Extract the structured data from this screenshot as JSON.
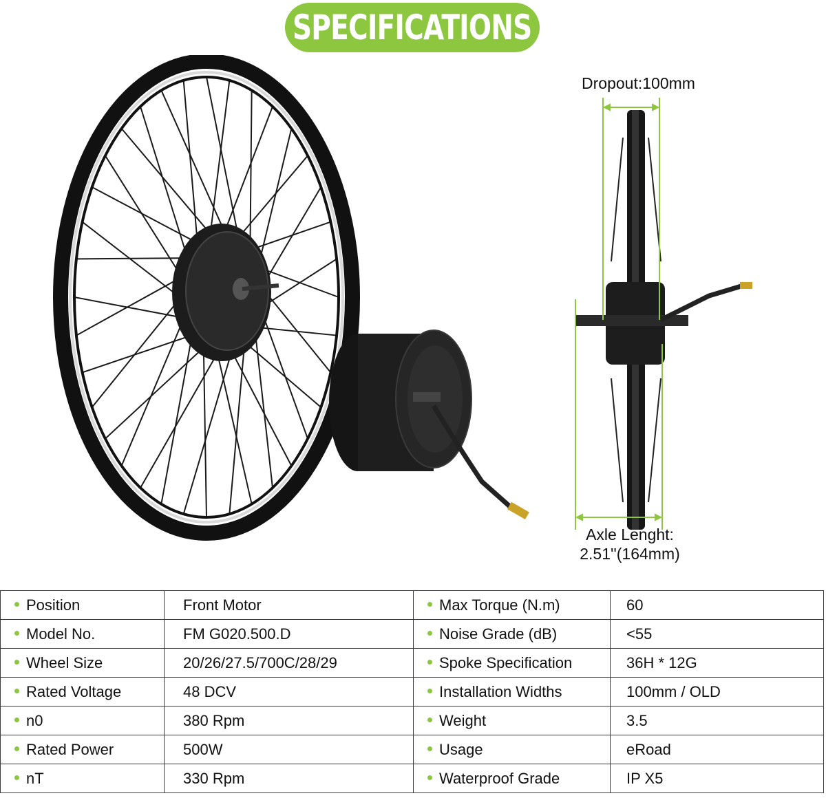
{
  "banner": {
    "title": "SPECIFICATIONS"
  },
  "colors": {
    "accent": "#8dc63f",
    "rim": "#111111",
    "border": "#3a3a3a"
  },
  "dimensions": {
    "dropout": "Dropout:100mm",
    "axle_line1": "Axle Lenght:",
    "axle_line2": "2.51''(164mm)"
  },
  "specs": {
    "rows": [
      {
        "label1": "Position",
        "value1": "Front Motor",
        "label2": "Max Torque (N.m)",
        "value2": "60"
      },
      {
        "label1": "Model No.",
        "value1": "FM G020.500.D",
        "label2": "Noise Grade (dB)",
        "value2": "<55"
      },
      {
        "label1": "Wheel Size",
        "value1": "20/26/27.5/700C/28/29",
        "label2": "Spoke Specification",
        "value2": "36H * 12G"
      },
      {
        "label1": "Rated Voltage",
        "value1": "48 DCV",
        "label2": "Installation Widths",
        "value2": "100mm / OLD"
      },
      {
        "label1": "n0",
        "value1": "380 Rpm",
        "label2": "Weight",
        "value2": "3.5"
      },
      {
        "label1": "Rated Power",
        "value1": "500W",
        "label2": "Usage",
        "value2": "eRoad"
      },
      {
        "label1": "nT",
        "value1": "330 Rpm",
        "label2": "Waterproof Grade",
        "value2": "IP X5"
      }
    ]
  }
}
